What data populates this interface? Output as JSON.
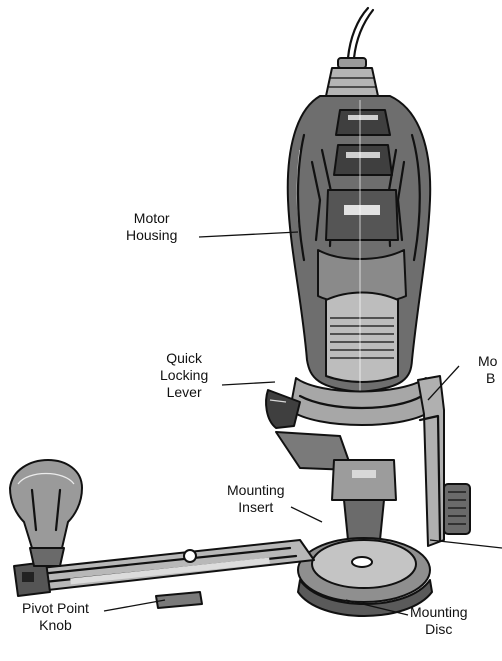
{
  "labels": {
    "motor_housing": [
      "Motor",
      "Housing"
    ],
    "quick_locking_lever": [
      "Quick",
      "Locking",
      "Lever"
    ],
    "mounting_insert": [
      "Mounting",
      "Insert"
    ],
    "pivot_point_knob": [
      "Pivot Point",
      "Knob"
    ],
    "mounting_disc": [
      "Mounting",
      "Disc"
    ],
    "mounting_bracket_partial": [
      "Mo",
      "B"
    ]
  },
  "colors": {
    "outline": "#111111",
    "body_dark": "#4a4a4a",
    "body_mid": "#8c8c8c",
    "body_light": "#c9c9c9",
    "background": "#ffffff"
  }
}
